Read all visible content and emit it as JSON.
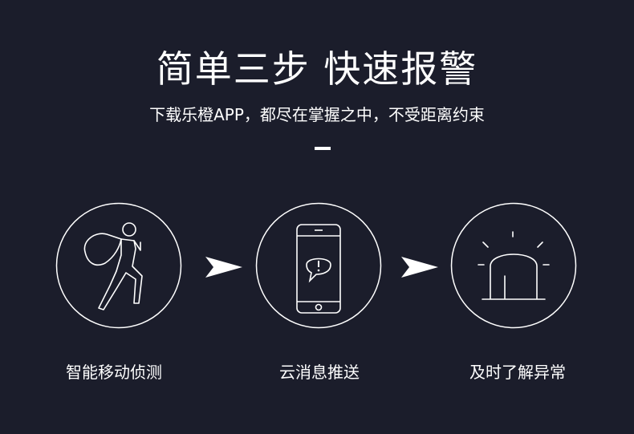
{
  "header": {
    "title": "简单三步 快速报警",
    "subtitle": "下载乐橙APP，都尽在掌握之中，不受距离约束"
  },
  "steps": [
    {
      "label": "智能移动侦测",
      "icon": "walking-person-icon"
    },
    {
      "label": "云消息推送",
      "icon": "phone-alert-icon"
    },
    {
      "label": "及时了解异常",
      "icon": "alarm-light-icon"
    }
  ],
  "colors": {
    "background": "#1b1d2b",
    "foreground": "#ffffff"
  }
}
